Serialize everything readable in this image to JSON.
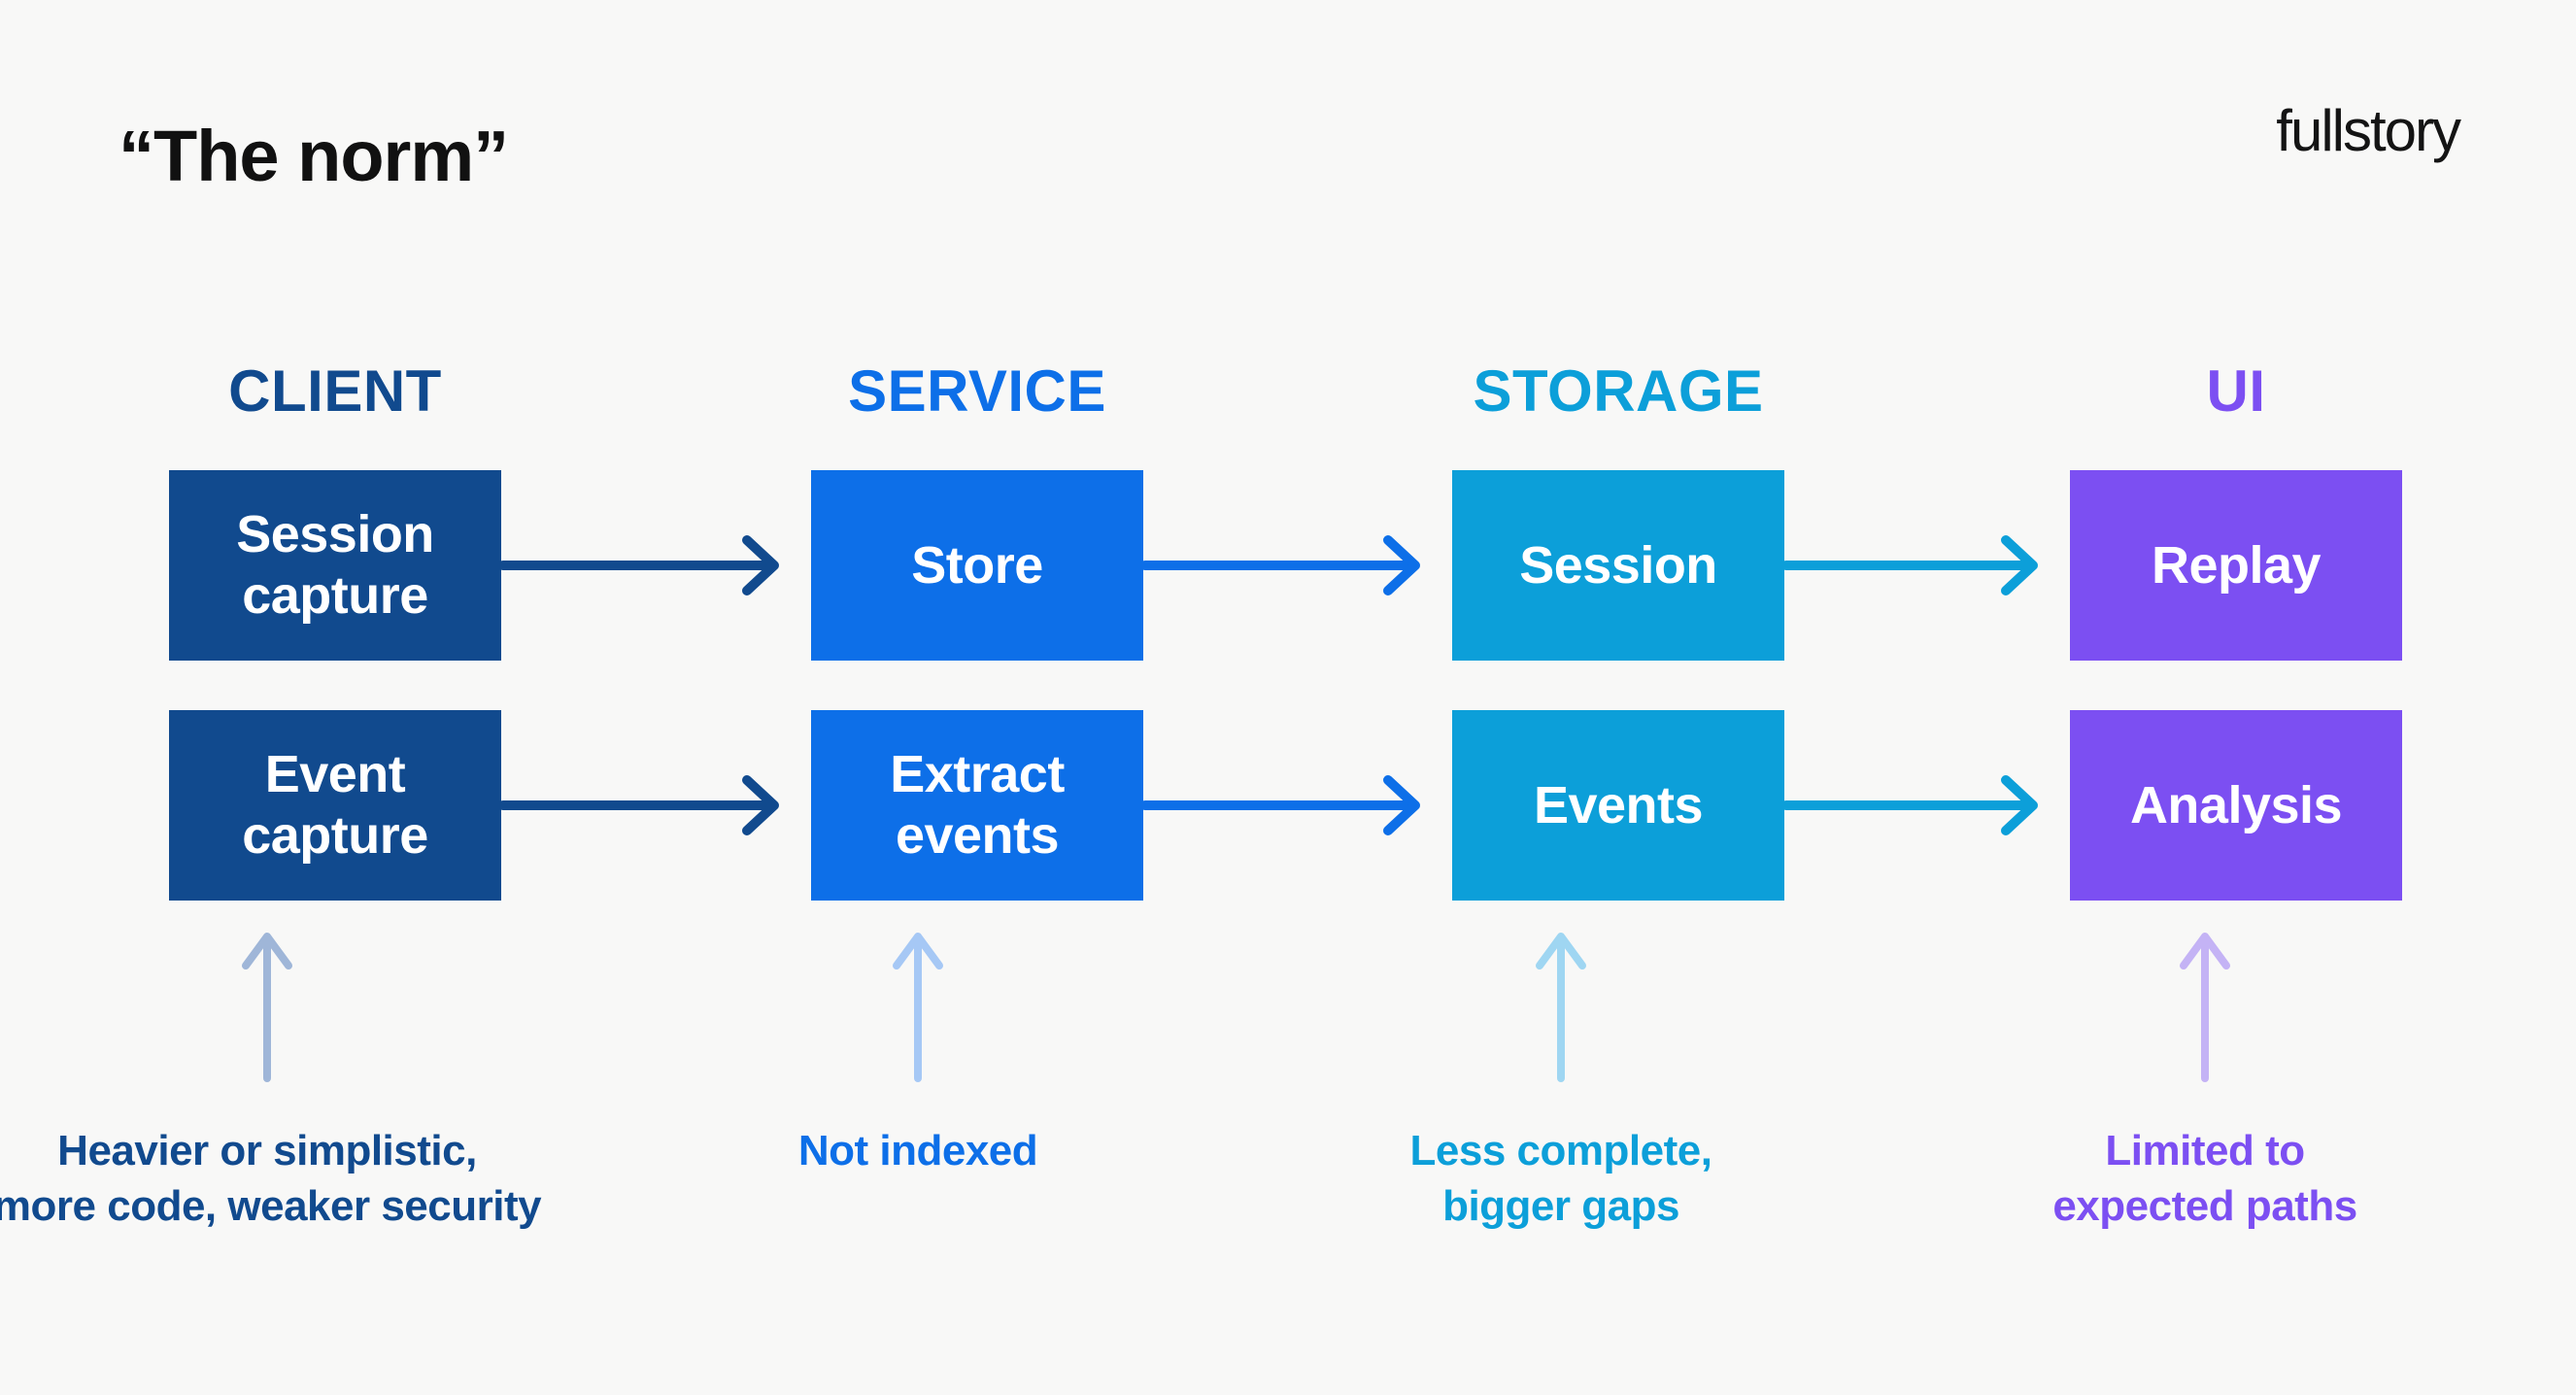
{
  "title": "“The norm”",
  "logo": "fullstory",
  "colors": {
    "background": "#f8f8f7",
    "ink": "#111111",
    "client": "#114a8e",
    "service": "#0d6fe8",
    "storage": "#0c9fd9",
    "ui": "#7c4ff2",
    "client_soft": "#9fb6d8",
    "service_soft": "#a6c8f5",
    "storage_soft": "#9fd6f2",
    "ui_soft": "#c4b3f5"
  },
  "columns": [
    {
      "id": "client",
      "header": "CLIENT",
      "boxes": [
        "Session\ncapture",
        "Event\ncapture"
      ],
      "caption": "Heavier or simplistic,\nmore code, weaker security"
    },
    {
      "id": "service",
      "header": "SERVICE",
      "boxes": [
        "Store",
        "Extract\nevents"
      ],
      "caption": "Not indexed"
    },
    {
      "id": "storage",
      "header": "STORAGE",
      "boxes": [
        "Session",
        "Events"
      ],
      "caption": "Less complete,\nbigger gaps"
    },
    {
      "id": "ui",
      "header": "UI",
      "boxes": [
        "Replay",
        "Analysis"
      ],
      "caption": "Limited to\nexpected paths"
    }
  ],
  "arrows": {
    "horizontal": [
      {
        "row": 1,
        "from": "Session capture",
        "to": "Store",
        "color": "client"
      },
      {
        "row": 1,
        "from": "Store",
        "to": "Session",
        "color": "service"
      },
      {
        "row": 1,
        "from": "Session",
        "to": "Replay",
        "color": "storage"
      },
      {
        "row": 2,
        "from": "Event capture",
        "to": "Extract events",
        "color": "client"
      },
      {
        "row": 2,
        "from": "Extract events",
        "to": "Events",
        "color": "service"
      },
      {
        "row": 2,
        "from": "Events",
        "to": "Analysis",
        "color": "storage"
      }
    ],
    "vertical": [
      {
        "column": "client",
        "color": "client_soft"
      },
      {
        "column": "service",
        "color": "service_soft"
      },
      {
        "column": "storage",
        "color": "storage_soft"
      },
      {
        "column": "ui",
        "color": "ui_soft"
      }
    ]
  }
}
